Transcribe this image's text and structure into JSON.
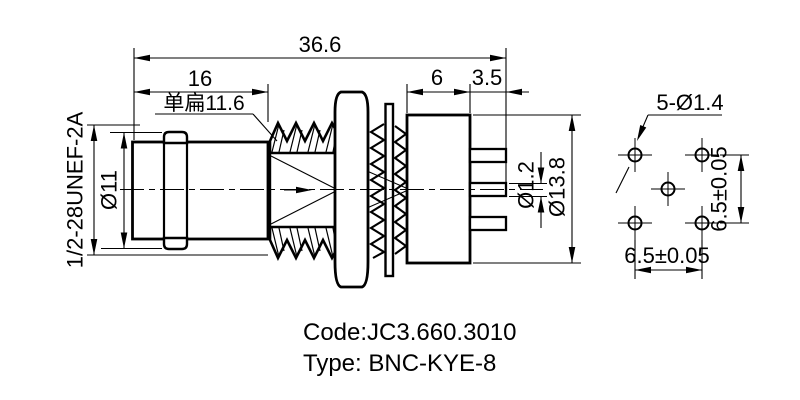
{
  "drawing": {
    "footer": {
      "code": "Code:JC3.660.3010",
      "type": "Type: BNC-KYE-8"
    },
    "side_view": {
      "dim_overall_length": "36.6",
      "dim_front_length": "16",
      "label_flat": "单扁11.6",
      "dim_insulator_length": "6",
      "dim_pin_tail_length": "3.5",
      "label_coupling_thread": "1/2-28UNEF-2A",
      "dim_coupling_diameter": "Ø11",
      "dim_pin_diameter": "Ø1.2",
      "dim_insulator_diameter": "Ø13.8"
    },
    "rear_view": {
      "label_hole_count_diameter": "5-Ø1.4",
      "dim_pin_pitch_vertical": "6.5±0.05",
      "dim_pin_pitch_horizontal": "6.5±0.05"
    }
  }
}
